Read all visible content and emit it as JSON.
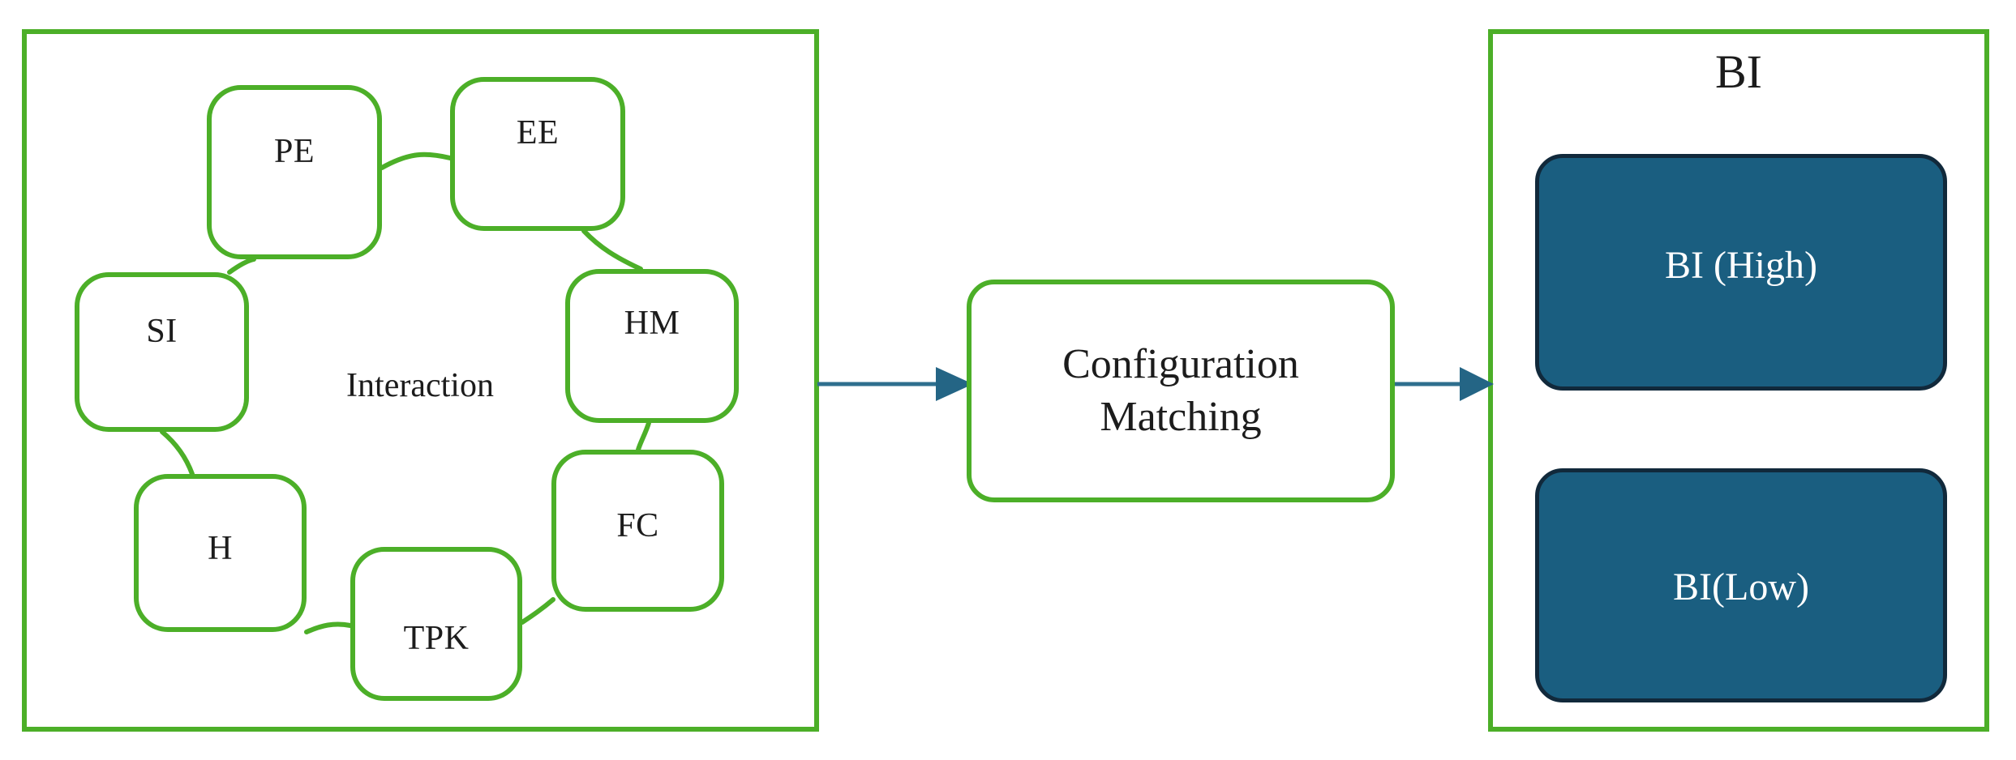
{
  "colors": {
    "green_border": "#4CAF28",
    "blue_fill": "#1A5E80",
    "blue_outline": "#11293B",
    "arrow_blue": "#2E6F8E",
    "text_dark": "#1C1C1C",
    "text_light": "#FFFFFF",
    "background": "#FFFFFF"
  },
  "interaction_panel": {
    "caption": "Interaction",
    "nodes": [
      {
        "id": "pe",
        "label": "PE"
      },
      {
        "id": "ee",
        "label": "EE"
      },
      {
        "id": "hm",
        "label": "HM"
      },
      {
        "id": "fc",
        "label": "FC"
      },
      {
        "id": "tpk",
        "label": "TPK"
      },
      {
        "id": "h",
        "label": "H"
      },
      {
        "id": "si",
        "label": "SI"
      }
    ],
    "links": [
      {
        "from": "pe",
        "to": "ee"
      },
      {
        "from": "ee",
        "to": "hm"
      },
      {
        "from": "hm",
        "to": "fc"
      },
      {
        "from": "fc",
        "to": "tpk"
      },
      {
        "from": "tpk",
        "to": "h"
      },
      {
        "from": "h",
        "to": "si"
      },
      {
        "from": "si",
        "to": "pe"
      }
    ]
  },
  "process": {
    "config_line1": "Configuration",
    "config_line2": "Matching"
  },
  "arrows": [
    {
      "id": "arrow-interaction-to-config",
      "direction": "right"
    },
    {
      "id": "arrow-config-to-bi",
      "direction": "right"
    }
  ],
  "bi_panel": {
    "title": "BI",
    "outcomes": [
      {
        "id": "bi-high",
        "label": "BI (High)"
      },
      {
        "id": "bi-low",
        "label": "BI(Low)"
      }
    ]
  }
}
